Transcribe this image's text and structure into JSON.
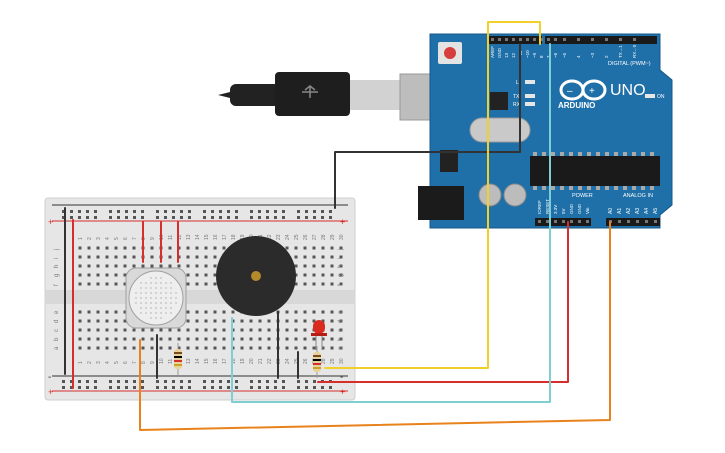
{
  "arduino": {
    "brand": "ARDUINO",
    "model": "UNO",
    "digital_header": "DIGITAL (PWM~)",
    "power_header": "POWER",
    "analog_header": "ANALOG IN",
    "on_label": "ON",
    "l_label": "L",
    "tx_label": "TX",
    "rx_label": "RX",
    "digital_pins": [
      "AREF",
      "GND",
      "13",
      "12",
      "~11",
      "~10",
      "~9",
      "8",
      "7",
      "~6",
      "~5",
      "4",
      "~3",
      "2",
      "TX→1",
      "RX←0"
    ],
    "power_pins": [
      "IOREF",
      "RESET",
      "3.3V",
      "5V",
      "GND",
      "GND",
      "Vin"
    ],
    "analog_pins": [
      "A0",
      "A1",
      "A2",
      "A3",
      "A4",
      "A5"
    ]
  },
  "breadboard": {
    "column_numbers": [
      "1",
      "2",
      "3",
      "4",
      "5",
      "6",
      "7",
      "8",
      "9",
      "10",
      "11",
      "12",
      "13",
      "14",
      "15",
      "16",
      "17",
      "18",
      "19",
      "20",
      "21",
      "22",
      "23",
      "24",
      "25",
      "26",
      "27",
      "28",
      "29",
      "30"
    ],
    "row_letters_top": [
      "j",
      "i",
      "h",
      "g",
      "f"
    ],
    "row_letters_bottom": [
      "e",
      "d",
      "c",
      "b",
      "a"
    ]
  },
  "colors": {
    "arduino_board": "#1f6fa8",
    "breadboard": "#e6e6e6",
    "wire_yellow": "#f2d02b",
    "wire_black": "#333333",
    "wire_red": "#d62d2d",
    "wire_cyan": "#7dcfd4",
    "wire_orange": "#e8821c",
    "led": "#d92b20",
    "buzzer": "#2b2b2b"
  }
}
